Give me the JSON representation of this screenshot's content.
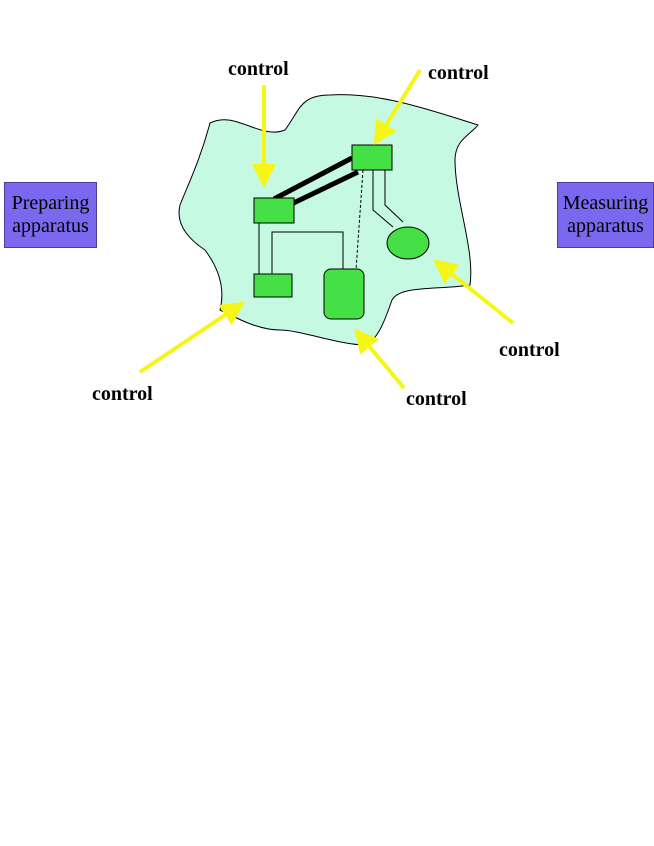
{
  "preparing": {
    "line1": "Preparing",
    "line2": "apparatus"
  },
  "measuring": {
    "line1": "Measuring",
    "line2": "apparatus"
  },
  "controls": {
    "top_left": "control",
    "top_right": "control",
    "right": "control",
    "bottom_left": "control",
    "bottom_middle": "control"
  },
  "colors": {
    "system_fill": "#c6f9e2",
    "component_fill": "#45e045",
    "arrow": "#f5f516",
    "apparatus_fill": "#7b68ee"
  }
}
